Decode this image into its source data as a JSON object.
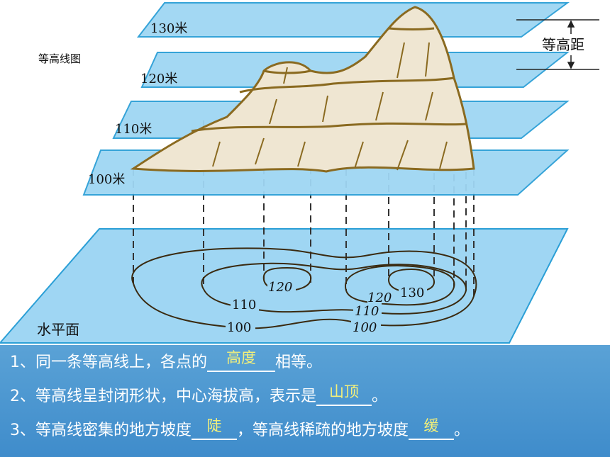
{
  "title": "等高线图",
  "planes": {
    "p130": "130米",
    "p120": "120米",
    "p110": "110米",
    "p100": "100米"
  },
  "interval_label": "等高距",
  "base_label": "水平面",
  "contour_labels": {
    "c120a": "120",
    "c120b": "120",
    "c130": "130",
    "c110a": "110",
    "c110b": "110",
    "c100a": "100",
    "c100b": "100"
  },
  "colors": {
    "plane": "#9fd6f3",
    "plane_edge": "#2b9fd6",
    "mountain_fill": "#efe6d2",
    "mountain_edge": "#8a6a20",
    "panel": "#4a94cf",
    "answer": "#f4f07a"
  },
  "questions": [
    {
      "prefix": "1、同一条等高线上，各点的",
      "answer": "高度",
      "suffix": "相等。"
    },
    {
      "prefix": "2、等高线呈封闭形状，中心海拔高，表示是",
      "answer": "山顶",
      "suffix": "。"
    },
    {
      "prefix": "3、等高线密集的地方坡度",
      "answer": "陡",
      "middle": "，等高线稀疏的地方坡度",
      "answer2": "缓",
      "suffix": "。"
    }
  ]
}
